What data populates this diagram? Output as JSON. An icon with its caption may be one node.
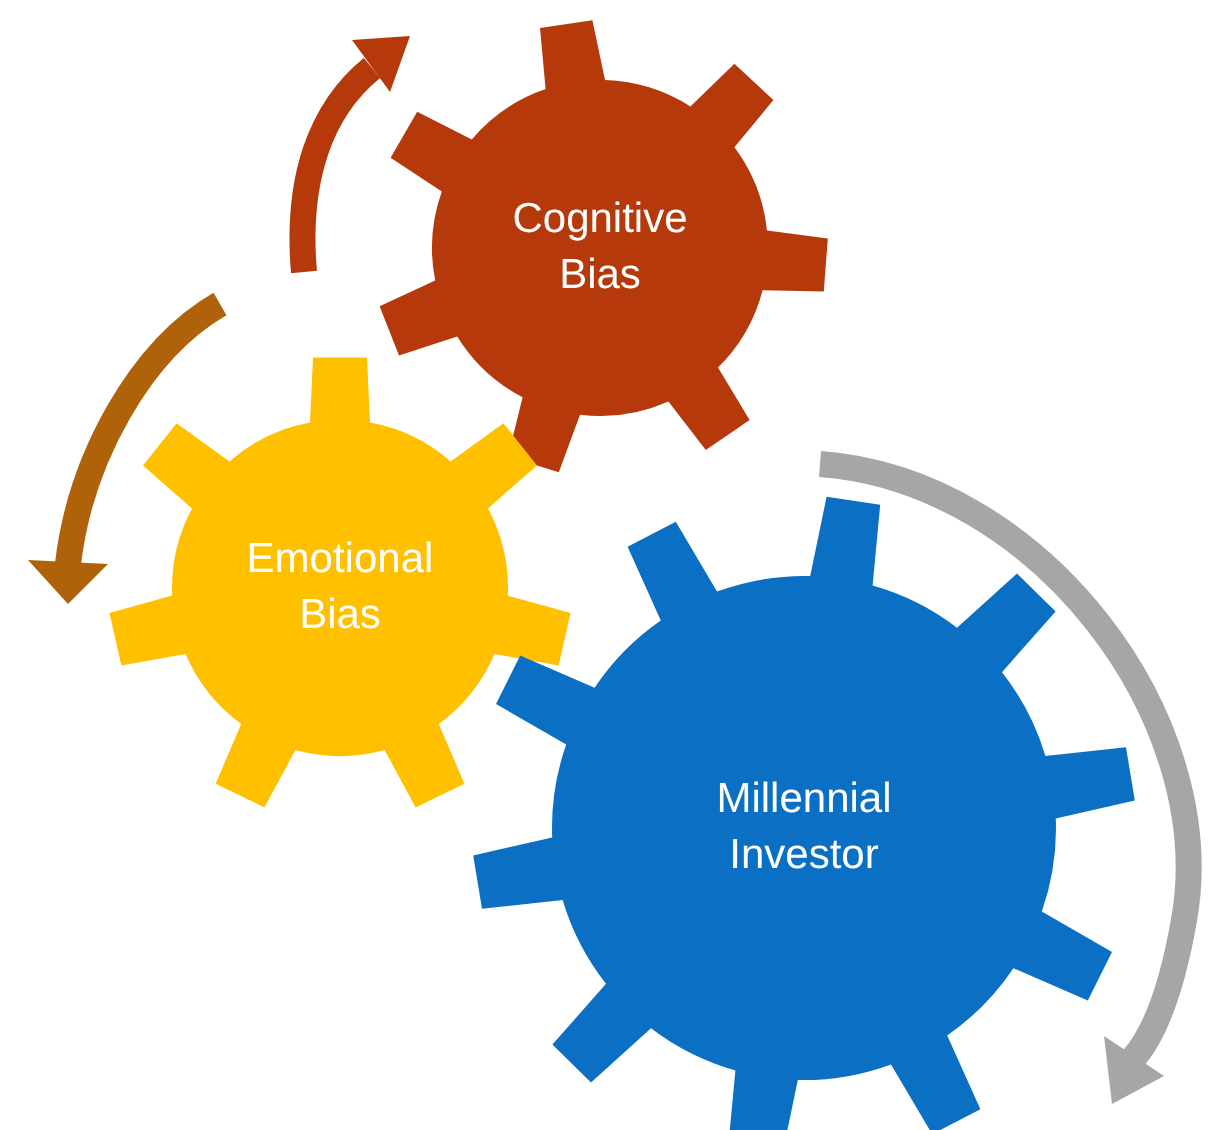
{
  "diagram": {
    "nodes": [
      {
        "text": [
          "Cognitive Bias"
        ]
      },
      {
        "text": [
          "Emotional Bias"
        ]
      },
      {
        "text": [
          "Millennial Investor"
        ]
      }
    ]
  }
}
